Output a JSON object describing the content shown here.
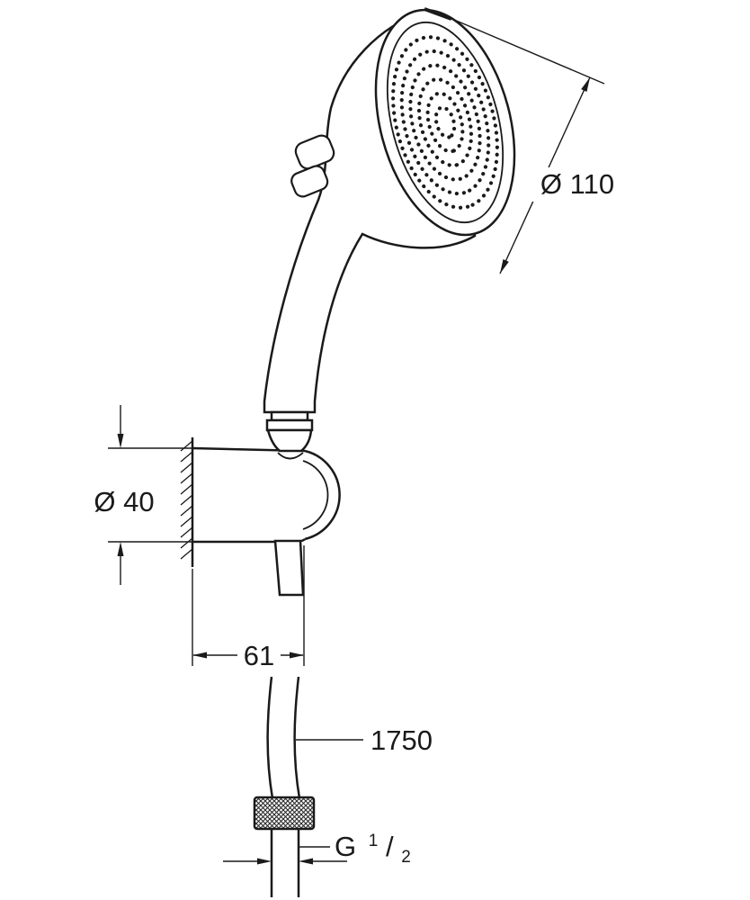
{
  "dimensions": {
    "head_diameter": "Ø 110",
    "holder_diameter": "Ø 40",
    "wall_offset": "61",
    "hose_length": "1750",
    "thread": {
      "prefix": "G",
      "numerator": "1",
      "slash": "/",
      "denominator": "2"
    }
  },
  "colors": {
    "line": "#1a1a1a",
    "background": "#ffffff"
  }
}
